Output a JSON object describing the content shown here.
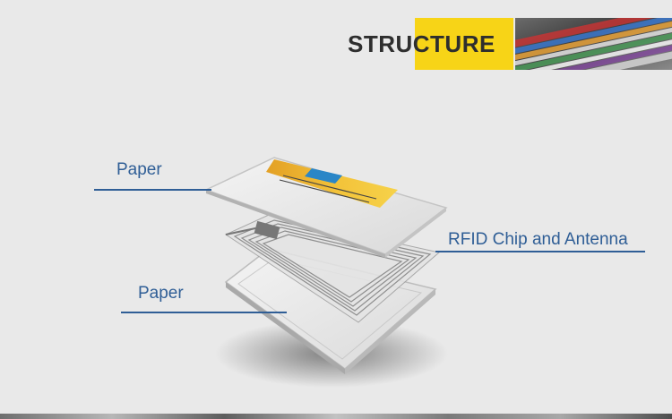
{
  "header": {
    "title": "STRUCTURE",
    "accent_color": "#f7d417"
  },
  "layers": {
    "top": {
      "label": "Paper"
    },
    "middle": {
      "label": "RFID Chip and Antenna"
    },
    "bottom": {
      "label": "Paper"
    }
  },
  "colors": {
    "label": "#2f5e96",
    "background": "#e9e9e9"
  }
}
